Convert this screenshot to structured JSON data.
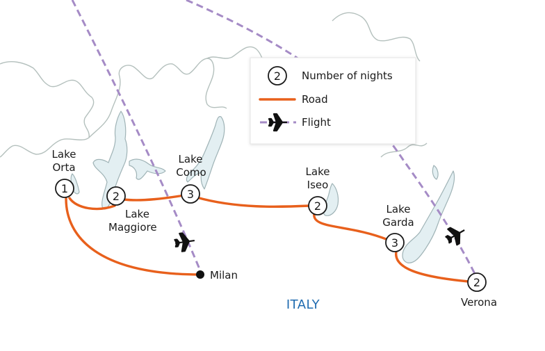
{
  "map": {
    "country_label": "ITALY",
    "colors": {
      "road": "#e8601c",
      "flight": "#a58bc6",
      "lake_fill": "#e3eff2",
      "coast_line": "#b4c0bd",
      "country_label": "#1f6bb0"
    }
  },
  "legend": {
    "nights_sample": "2",
    "nights_label": "Number of nights",
    "road_label": "Road",
    "flight_label": "Flight",
    "flight_icon": "airplane-icon"
  },
  "places": {
    "orta": {
      "line1": "Lake",
      "line2": "Orta",
      "nights": "1"
    },
    "maggiore": {
      "line1": "Lake",
      "line2": "Maggiore",
      "nights": "2"
    },
    "como": {
      "line1": "Lake",
      "line2": "Como",
      "nights": "3"
    },
    "iseo": {
      "line1": "Lake",
      "line2": "Iseo",
      "nights": "2"
    },
    "garda": {
      "line1": "Lake",
      "line2": "Garda",
      "nights": "3"
    },
    "verona": {
      "name": "Verona",
      "nights": "2"
    },
    "milan": {
      "name": "Milan"
    }
  }
}
